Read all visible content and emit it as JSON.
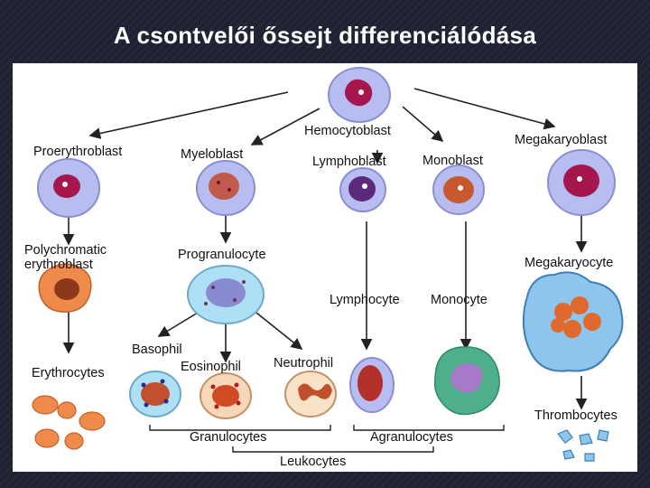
{
  "title": "A csontvelői őssejt differenciálódása",
  "diagram": {
    "cells": {
      "hemocytoblast": "Hemocytoblast",
      "proerythroblast": "Proerythroblast",
      "myeloblast": "Myeloblast",
      "lymphoblast": "Lymphoblast",
      "monoblast": "Monoblast",
      "megakaryoblast": "Megakaryoblast",
      "polychromatic_line1": "Polychromatic",
      "polychromatic_line2": "erythroblast",
      "progranulocyte": "Progranulocyte",
      "megakaryocyte": "Megakaryocyte",
      "lymphocyte": "Lymphocyte",
      "monocyte": "Monocyte",
      "basophil": "Basophil",
      "eosinophil": "Eosinophil",
      "neutrophil": "Neutrophil",
      "erythrocytes": "Erythrocytes",
      "thrombocytes": "Thrombocytes"
    },
    "groups": {
      "granulocytes": "Granulocytes",
      "agranulocytes": "Agranulocytes",
      "leukocytes": "Leukocytes"
    }
  },
  "colors": {
    "blast_cytoplasm": "#b7bdf0",
    "blast_nucleus": "#a5164d",
    "erythro": "#f08a4a",
    "granulocyte_cytoplasm": "#aee0f5",
    "monocyte_cytoplasm": "#4eb08a",
    "monocyte_nucleus": "#a77ac8",
    "megakaryocyte_cytoplasm": "#8ec5ec",
    "slide_background": "#1f2333"
  }
}
